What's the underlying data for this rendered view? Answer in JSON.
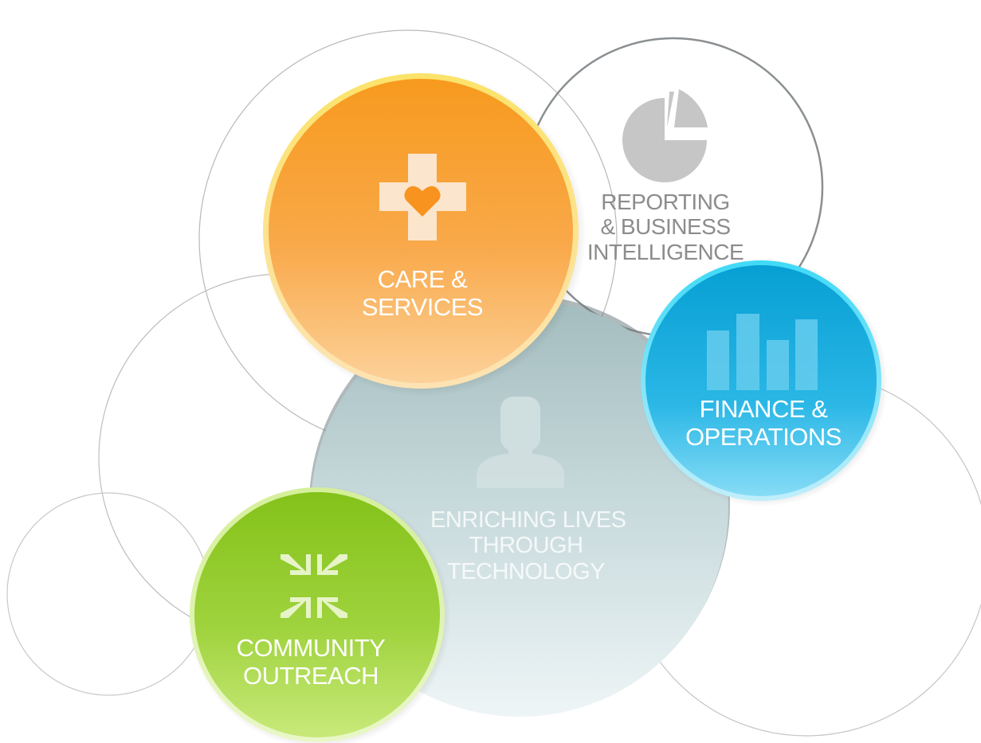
{
  "diagram": {
    "nodes": {
      "care": {
        "lines": [
          "CARE &",
          "SERVICES"
        ],
        "icon": "medical-cross-heart-icon",
        "color": "#f7931e"
      },
      "reporting": {
        "lines": [
          "REPORTING",
          "& BUSINESS",
          "INTELLIGENCE"
        ],
        "icon": "pie-chart-icon",
        "color": "#8c8c8c"
      },
      "finance": {
        "lines": [
          "FINANCE &",
          "OPERATIONS"
        ],
        "icon": "bar-chart-icon",
        "color": "#1ab0e0"
      },
      "enriching": {
        "lines": [
          "ENRICHING LIVES",
          "THROUGH",
          "TECHNOLOGY"
        ],
        "icon": "person-icon",
        "color": "#a9c2c4"
      },
      "community": {
        "lines": [
          "COMMUNITY",
          "OUTREACH"
        ],
        "icon": "converging-arrows-icon",
        "color": "#8cc63f"
      }
    }
  }
}
